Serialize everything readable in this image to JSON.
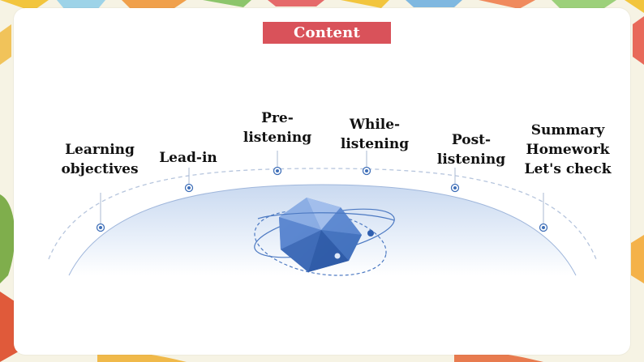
{
  "slide": {
    "title": "Content",
    "items": [
      {
        "lines": [
          "Learning",
          "objectives"
        ]
      },
      {
        "lines": [
          "Lead-in"
        ]
      },
      {
        "lines": [
          "Pre-",
          "listening"
        ]
      },
      {
        "lines": [
          "While-",
          "listening"
        ]
      },
      {
        "lines": [
          "Post-",
          "listening"
        ]
      },
      {
        "lines": [
          "Summary",
          "Homework",
          "Let's check"
        ]
      }
    ]
  },
  "colors": {
    "title_bg": "#d9525a",
    "accent_blue": "#3f6fb8",
    "dome": "#dfe8f6",
    "text": "#111111"
  },
  "icons": [
    "icosahedron-icon",
    "orbit-ring-icon",
    "timeline-dot-icon"
  ]
}
